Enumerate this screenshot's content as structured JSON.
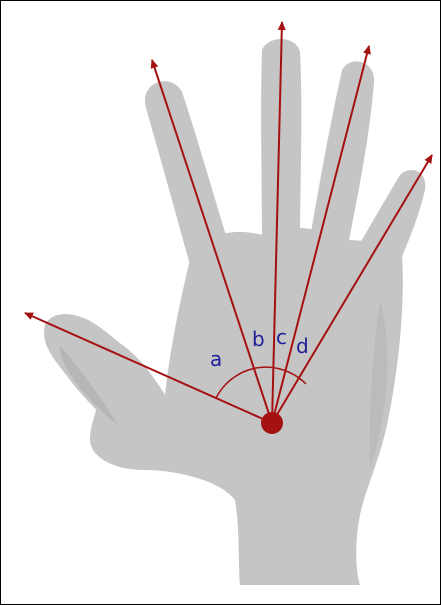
{
  "figure": {
    "angle_labels": {
      "a": "a",
      "b": "b",
      "c": "c",
      "d": "d"
    }
  },
  "colors": {
    "hand": "#c5c5c5",
    "hand_shadow": "#a9a9a9",
    "ray": "#a51010",
    "label": "#1f1f9a",
    "frame": "#000000"
  }
}
